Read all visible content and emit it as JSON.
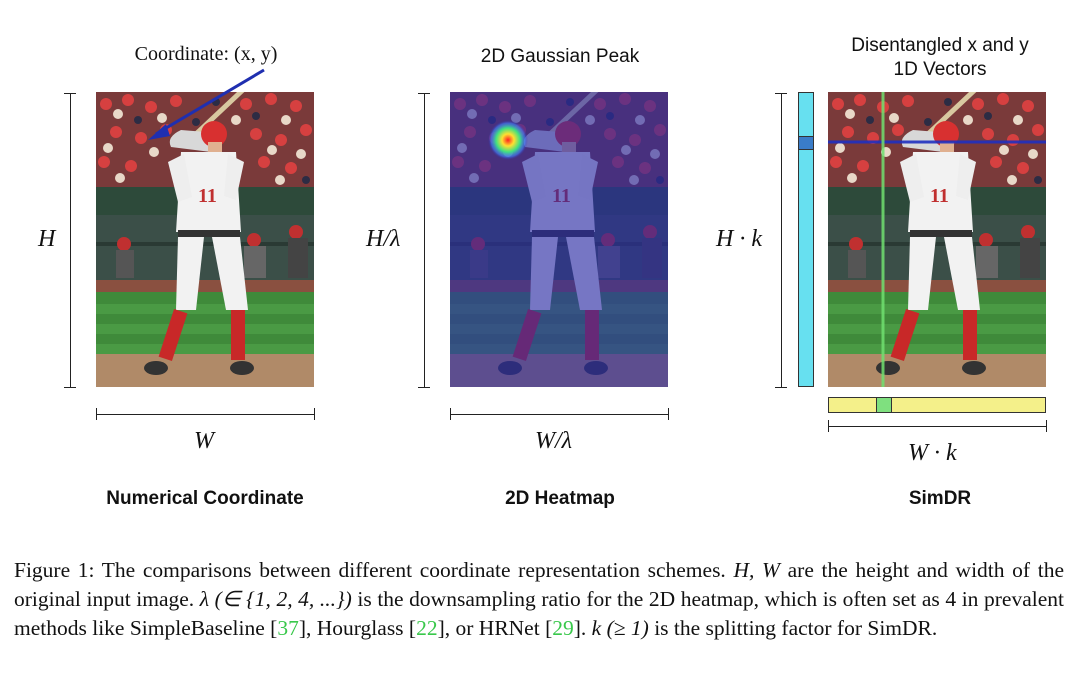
{
  "panels": [
    {
      "title": "Coordinate: (x, y)",
      "height_label": "H",
      "width_label": "W",
      "label": "Numerical Coordinate"
    },
    {
      "title": "2D Gaussian Peak",
      "height_label": "H/λ",
      "width_label": "W/λ",
      "label": "2D Heatmap"
    },
    {
      "title_line1": "Disentangled x and y",
      "title_line2": "1D Vectors",
      "height_label": "H · k",
      "width_label": "W · k",
      "label": "SimDR"
    }
  ],
  "caption": {
    "s1": "Figure 1: The comparisons between different coordinate representation schemes. ",
    "m1": "H, W",
    "s2": " are the height and width of the original input image. ",
    "m2": "λ (∈ {1, 2, 4, ...})",
    "s3": " is the downsampling ratio for the 2D heatmap, which is often set as 4 in prevalent methods like SimpleBaseline [",
    "r1": "37",
    "s4": "], Hourglass [",
    "r2": "22",
    "s5": "], or HRNet [",
    "r3": "29",
    "s6": "]. ",
    "m3": "k (≥ 1)",
    "s7": " is the splitting factor for SimDR."
  },
  "colors": {
    "arrow": "#1f2fb0",
    "heatmap_tint": "#2a2aa8",
    "vector_cyan": "#67e0f0",
    "vector_yellow": "#f4f08a",
    "highlight_green": "#7fe07f",
    "highlight_blue": "#3a7cc8",
    "ref_green": "#39c84b"
  },
  "icons": [
    "baseball-batter-photo",
    "gaussian-peak",
    "blue-arrow"
  ]
}
